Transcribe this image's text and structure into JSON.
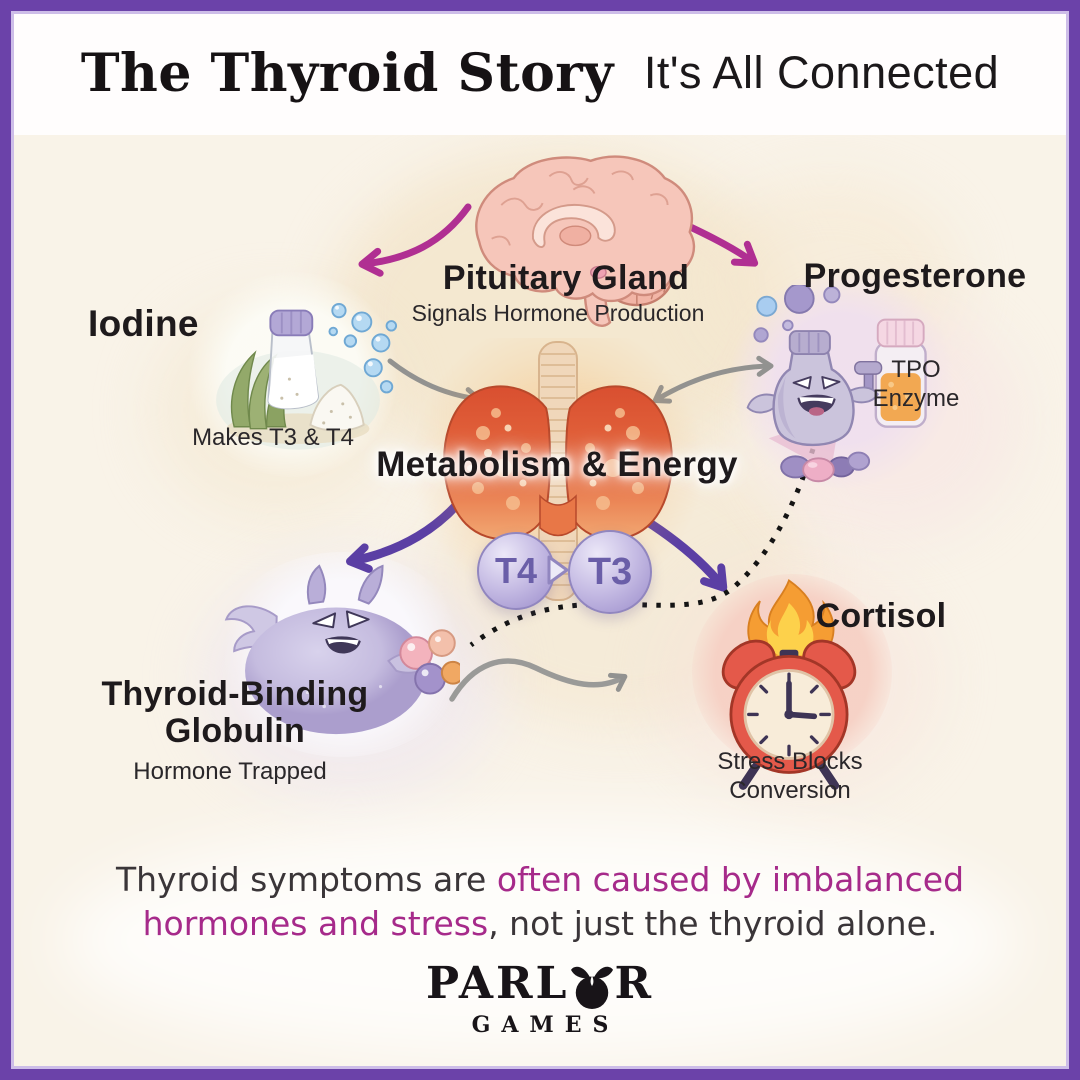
{
  "colors": {
    "border_purple": "#6b42a9",
    "background_cream": "#f9f3e8",
    "header_background": "#fffdfd",
    "magenta_accent": "#b02f92",
    "purple_accent": "#5b3fa4",
    "gray_accent": "#929290",
    "dotted_line_black": "#141414",
    "highlight_magenta_text": "#a62a8a",
    "dark_text": "#1e1a1c"
  },
  "header": {
    "title": "The Thyroid Story",
    "subtitle": "It's All Connected"
  },
  "diagram": {
    "pituitary": {
      "label": "Pituitary Gland",
      "sublabel": "Signals Hormone Production",
      "icon": "brain-illustration"
    },
    "iodine": {
      "label": "Iodine",
      "sublabel": "Makes T3 & T4",
      "icon": "salt-shaker-seaweed-illustration"
    },
    "progesterone": {
      "label": "Progesterone",
      "sublabel_line1": "TPO",
      "sublabel_line2": "Enzyme",
      "icon": "hormone-monster-bottle-illustration"
    },
    "thyroid": {
      "label": "Metabolism & Energy",
      "t4_label": "T4",
      "t3_label": "T3",
      "icon": "thyroid-gland-illustration"
    },
    "thyroid_binding_globulin": {
      "label_line1": "Thyroid-Binding",
      "label_line2": "Globulin",
      "sublabel": "Hormone Trapped",
      "icon": "globulin-monster-illustration"
    },
    "cortisol": {
      "label": "Cortisol",
      "sublabel_line1": "Stress Blocks",
      "sublabel_line2": "Conversion",
      "icon": "burning-alarm-clock-illustration"
    }
  },
  "footer": {
    "message_seg1": "Thyroid symptoms are ",
    "message_seg2": "often caused by imbalanced",
    "message_seg3": "hormones and stress",
    "message_seg4": ", not just the thyroid alone.",
    "logo_word1_prefix": "PARL",
    "logo_word1_suffix": "R",
    "logo_word2": "GAMES"
  }
}
